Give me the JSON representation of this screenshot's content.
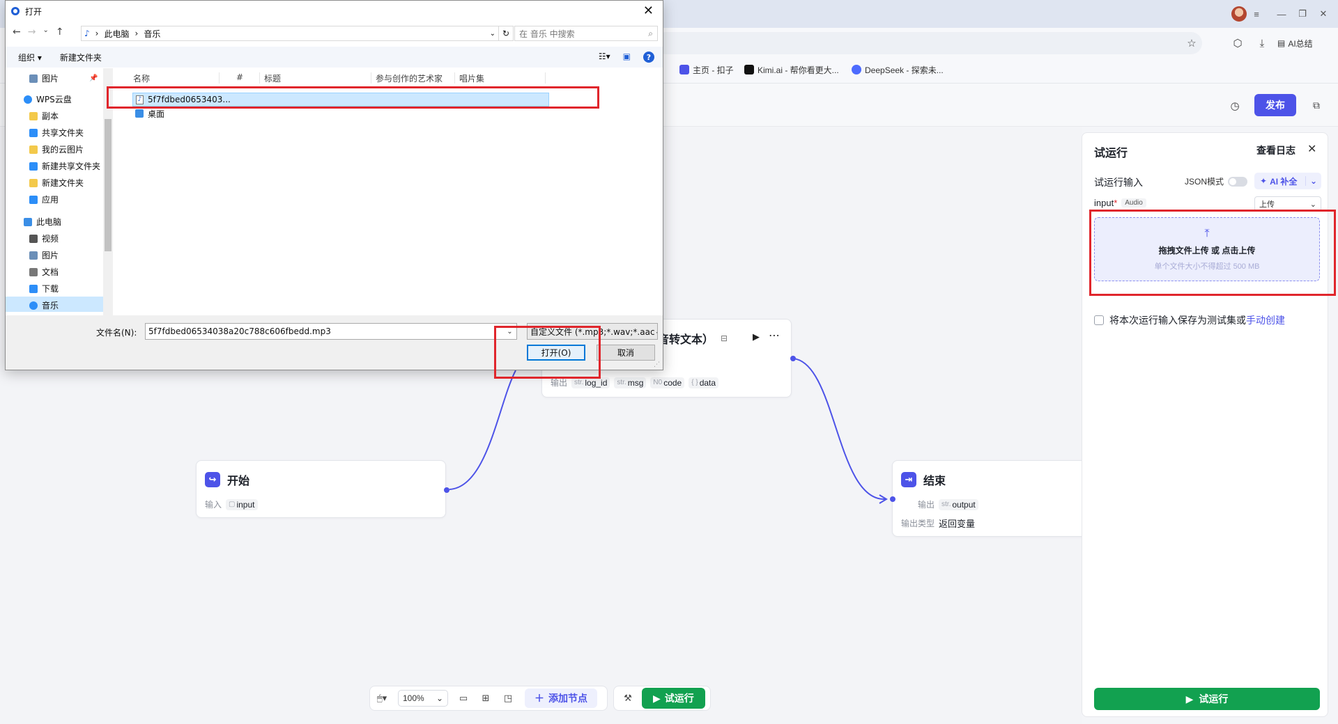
{
  "browser": {
    "bookmarks": [
      {
        "label": "主页 - 扣子",
        "color": "#4d53e8"
      },
      {
        "label": "Kimi.ai - 帮你看更大...",
        "color": "#111111"
      },
      {
        "label": "DeepSeek - 探索未...",
        "color": "#4d6bfe"
      }
    ],
    "ai_summary_label": "AI总结"
  },
  "header": {
    "publish_label": "发布"
  },
  "nodes": {
    "start": {
      "title": "开始",
      "input_label": "输入",
      "input_var": "input"
    },
    "speech": {
      "title_partial": "语音转文本）",
      "output_label": "输出",
      "outputs": [
        {
          "type": "str.",
          "name": "log_id"
        },
        {
          "type": "str.",
          "name": "msg"
        },
        {
          "type": "N0",
          "name": "code"
        },
        {
          "type": "{ }",
          "name": "data"
        }
      ]
    },
    "end": {
      "title": "结束",
      "output_label": "输出",
      "output_type": "str.",
      "output_var": "output",
      "output_kind_label": "输出类型",
      "output_kind_value": "返回变量"
    }
  },
  "toolbar": {
    "zoom": "100%",
    "add_node_label": "添加节点",
    "run_label": "试运行"
  },
  "panel": {
    "title": "试运行",
    "view_log": "查看日志",
    "input_section": "试运行输入",
    "json_mode": "JSON模式",
    "ai_fill": "AI 补全",
    "input_name": "input",
    "input_required": "*",
    "input_type": "Audio",
    "upload_mode": "上传",
    "dropzone_main": "拖拽文件上传 或 点击上传",
    "dropzone_sub": "单个文件大小不得超过 500 MB",
    "save_text": "将本次运行输入保存为测试集或",
    "save_link": "手动创建",
    "run_label": "试运行"
  },
  "dialog": {
    "title": "打开",
    "path": [
      "此电脑",
      "音乐"
    ],
    "search_placeholder": "在 音乐 中搜索",
    "organize": "组织 ▾",
    "new_folder": "新建文件夹",
    "nav_items": [
      {
        "label": "图片",
        "icon": "pictures-icon",
        "color": "#6b8fb8"
      },
      {
        "label": "WPS云盘",
        "icon": "cloud-icon",
        "color": "#2c8ef8"
      },
      {
        "label": "副本",
        "icon": "folder-icon",
        "color": "#f3c94b"
      },
      {
        "label": "共享文件夹",
        "icon": "share-icon",
        "color": "#2c8ef8"
      },
      {
        "label": "我的云图片",
        "icon": "folder-icon",
        "color": "#f3c94b"
      },
      {
        "label": "新建共享文件夹",
        "icon": "group-icon",
        "color": "#2c8ef8"
      },
      {
        "label": "新建文件夹",
        "icon": "folder-icon",
        "color": "#f3c94b"
      },
      {
        "label": "应用",
        "icon": "apps-icon",
        "color": "#2c8ef8"
      },
      {
        "label": "此电脑",
        "icon": "computer-icon",
        "color": "#3a8ee6"
      },
      {
        "label": "视频",
        "icon": "video-icon",
        "color": "#555555"
      },
      {
        "label": "图片",
        "icon": "pictures-icon",
        "color": "#6b8fb8"
      },
      {
        "label": "文档",
        "icon": "document-icon",
        "color": "#777777"
      },
      {
        "label": "下载",
        "icon": "download-icon",
        "color": "#2c8ef8"
      },
      {
        "label": "音乐",
        "icon": "music-icon",
        "color": "#2c8ef8"
      }
    ],
    "columns": [
      "名称",
      "#",
      "标题",
      "参与创作的艺术家",
      "唱片集"
    ],
    "files": [
      {
        "name": "5f7fdbed0653403...",
        "selected": true
      },
      {
        "name": "桌面",
        "selected": false
      }
    ],
    "filename_label": "文件名(N):",
    "filename_value": "5f7fdbed06534038a20c788c606fbedd.mp3",
    "filetype_value": "自定义文件 (*.mp3;*.wav;*.aac",
    "open_label": "打开(O)",
    "cancel_label": "取消"
  }
}
